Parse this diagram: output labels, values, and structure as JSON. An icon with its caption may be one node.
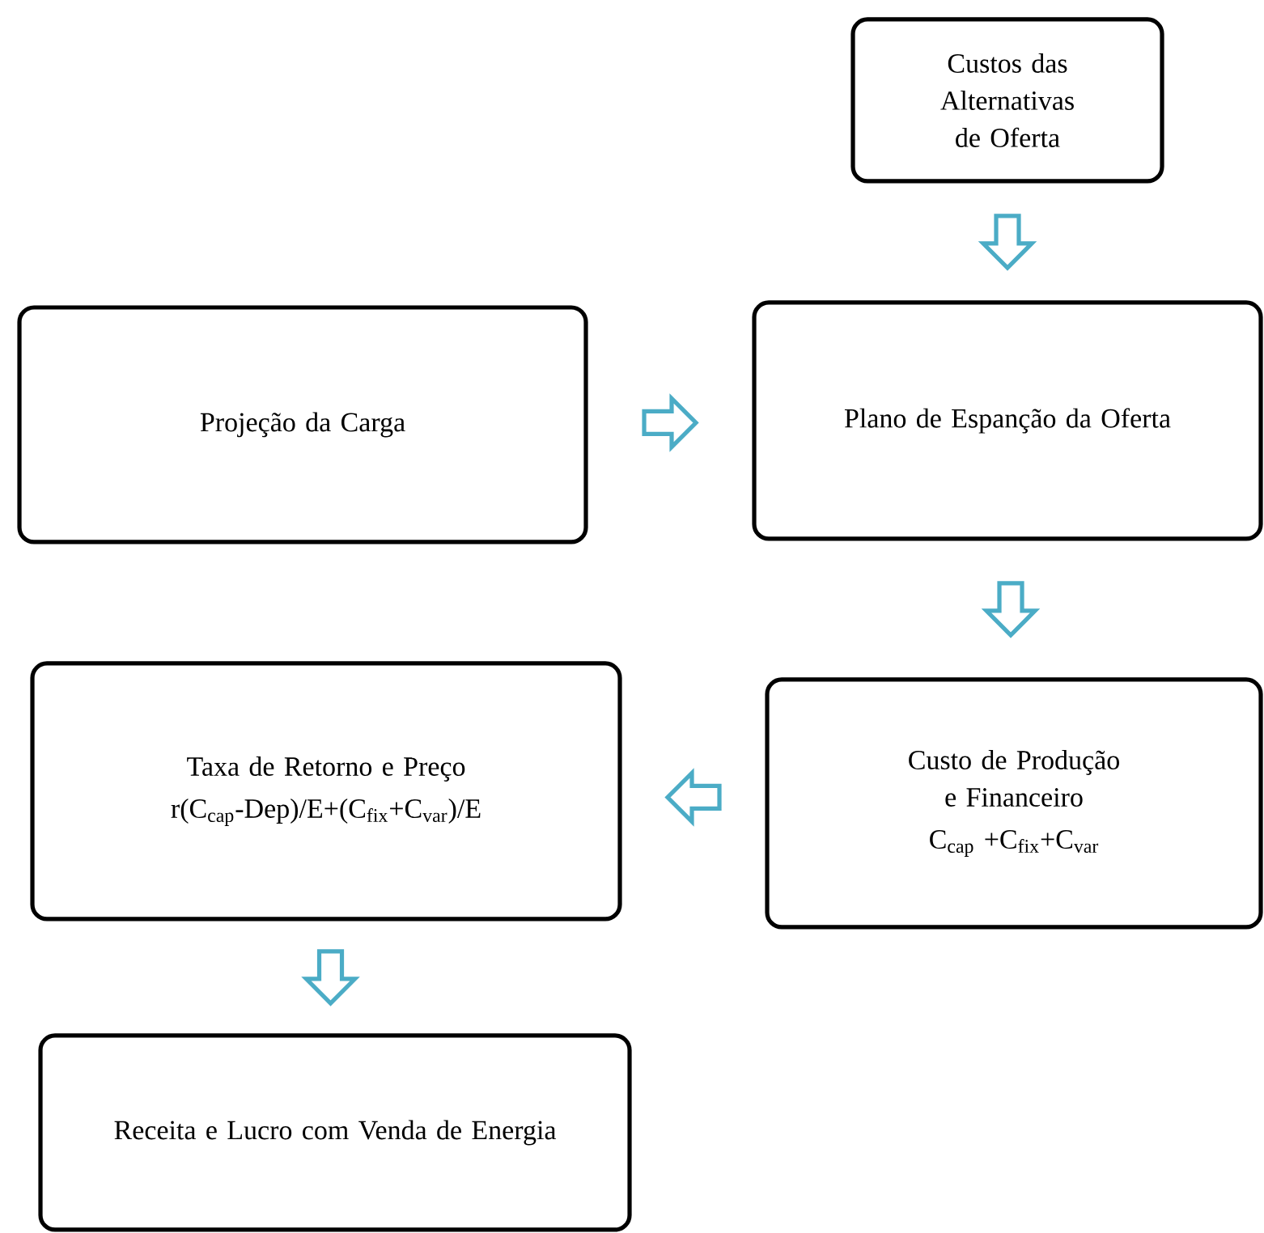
{
  "diagram": {
    "nodes": [
      {
        "text": [
          "Custos das Alternativas de Oferta"
        ]
      },
      {
        "text": [
          "Projeção da Carga"
        ]
      },
      {
        "text": [
          "Plano de Espanção da Oferta"
        ]
      },
      {
        "text": [
          "Taxa de Retorno e Preço",
          "r(C$_{cap}$-Dep)/E+(C$_{fix}$+C$_{var}$)/E"
        ]
      },
      {
        "text": [
          "Custo de Produção e Financeiro",
          "C$_{cap}$ +C$_{fix}$+C$_{var}$"
        ]
      },
      {
        "text": [
          "Receita e Lucro com Venda de Energia"
        ]
      }
    ],
    "edges": [
      {
        "from": 0,
        "to": 2,
        "arrow": "to"
      },
      {
        "from": 1,
        "to": 2,
        "arrow": "to"
      },
      {
        "from": 2,
        "to": 4,
        "arrow": "to"
      },
      {
        "from": 4,
        "to": 3,
        "arrow": "to"
      },
      {
        "from": 3,
        "to": 5,
        "arrow": "to"
      }
    ]
  }
}
